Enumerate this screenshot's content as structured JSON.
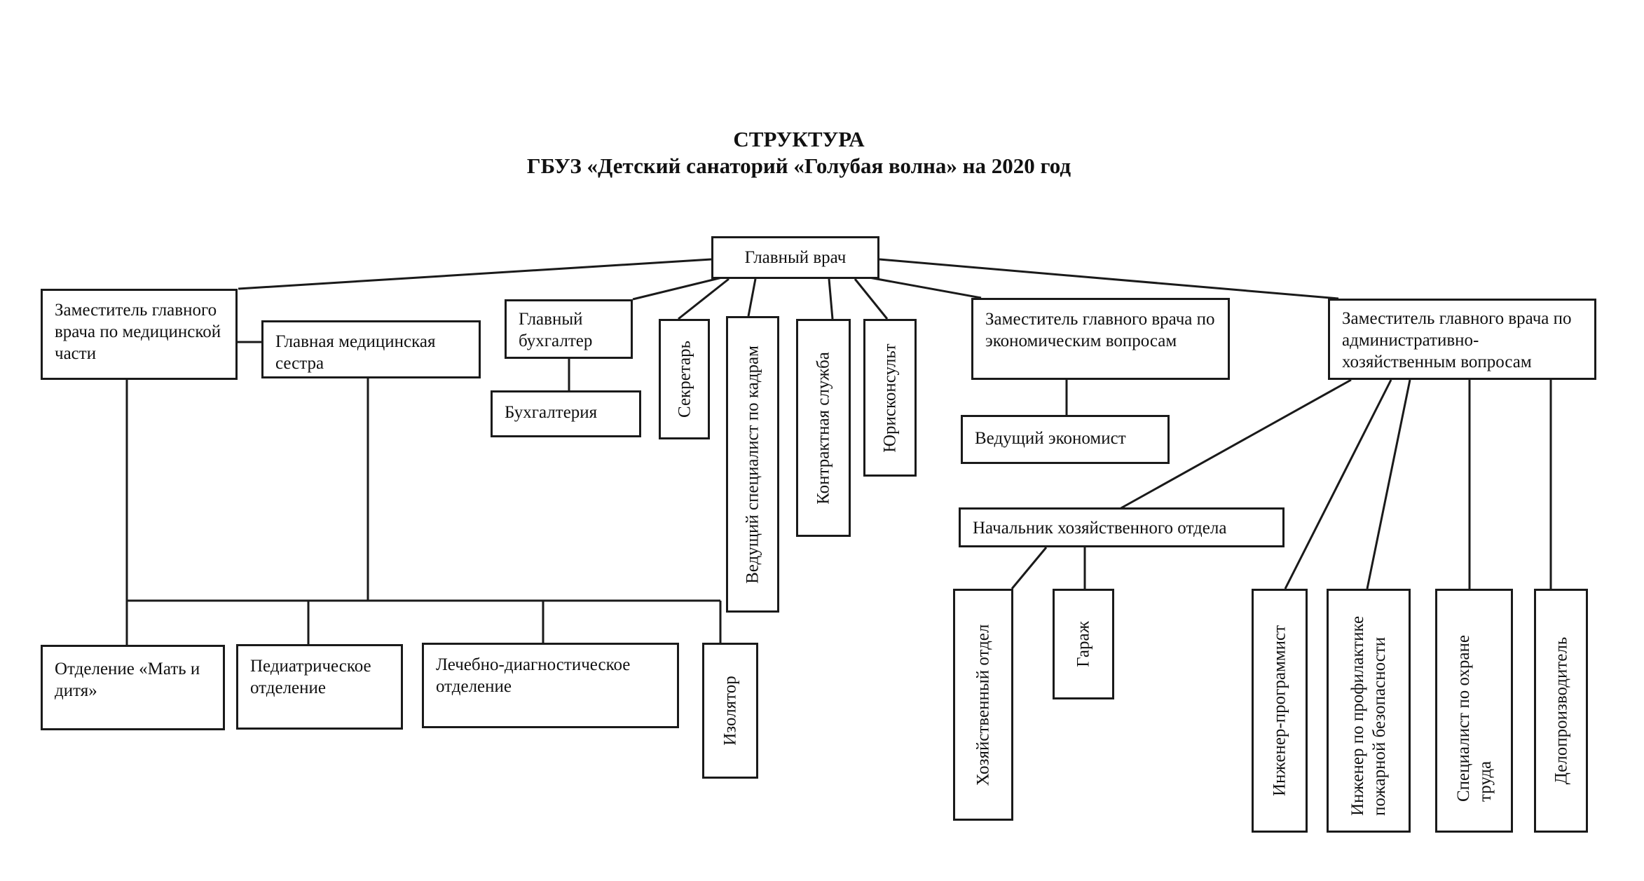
{
  "title": {
    "line1": "СТРУКТУРА",
    "line2": "ГБУЗ «Детский санаторий «Голубая волна» на 2020 год"
  },
  "units": {
    "chief_doctor": "Главный врач",
    "deputy_medical": "Заместитель главного врача по медицинской части",
    "chief_nurse": "Главная медицинская сестра",
    "chief_accountant": "Главный бухгалтер",
    "accounting": "Бухгалтерия",
    "secretary": "Секретарь",
    "hr_specialist": "Ведущий специалист по кадрам",
    "contract_service": "Контрактная служба",
    "legal_counsel": "Юрисконсульт",
    "deputy_economic": "Заместитель главного врача по экономическим вопросам",
    "economist": "Ведущий экономист",
    "deputy_admin": "Заместитель главного врача по административно-хозяйственным вопросам",
    "head_household": "Начальник хозяйственного отдела",
    "household_dept": "Хозяйственный отдел",
    "garage": "Гараж",
    "engineer_programmer": "Инженер-программист",
    "fire_safety_engineer": "Инженер по профилактике пожарной безопасности",
    "labor_safety_specialist": "Специалист по охране труда",
    "clerk": "Делопроизводитель",
    "mother_child_dept": "Отделение «Мать и дитя»",
    "pediatric_dept": "Педиатрическое отделение",
    "diagnostic_dept": "Лечебно-диагностическое отделение",
    "isolation_ward": "Изолятор"
  }
}
